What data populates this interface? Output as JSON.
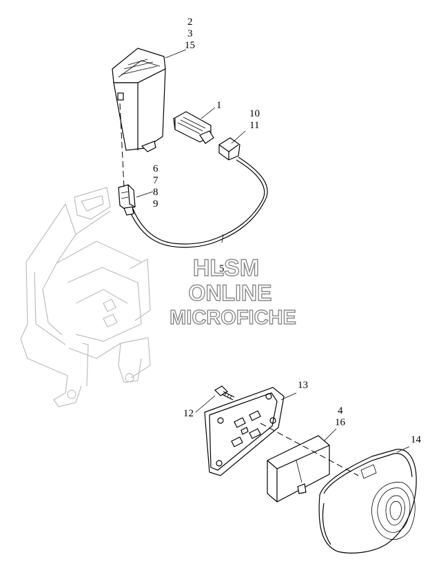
{
  "callouts": {
    "c2": "2",
    "c3": "3",
    "c15": "15",
    "c1": "1",
    "c10": "10",
    "c11": "11",
    "c6": "6",
    "c7": "7",
    "c8": "8",
    "c9": "9",
    "c5": "5",
    "c13": "13",
    "c12": "12",
    "c4": "4",
    "c16": "16",
    "c14": "14"
  },
  "watermark": {
    "line1": "HLSM",
    "line2": "ONLINE",
    "line3": "MICROFICHE"
  },
  "colors": {
    "line": "#000000",
    "ghost": "#bdbdbd",
    "watermark_stroke": "#8a8a8a",
    "background": "#ffffff"
  }
}
